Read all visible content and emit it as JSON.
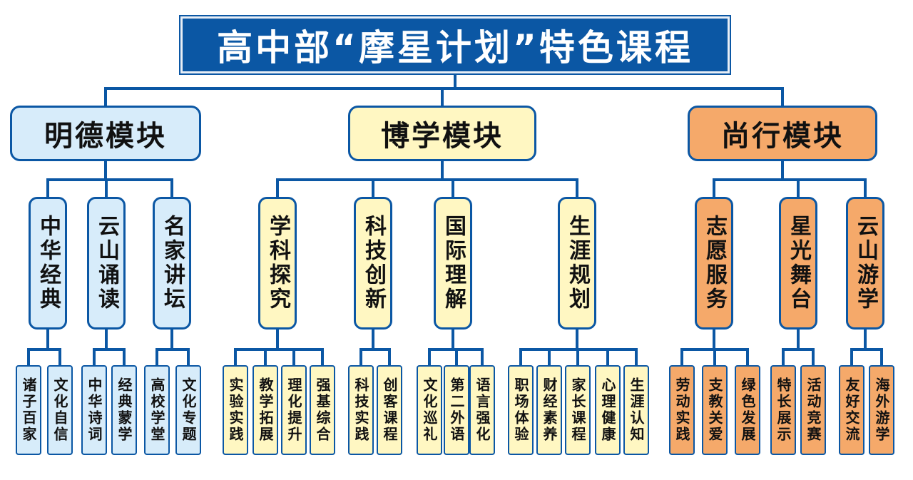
{
  "title": "高中部“摩星计划”特色课程",
  "colors": {
    "line": "#0b57a4",
    "title_bg": "#0b57a4",
    "mingde": "#d7ecfa",
    "boxue": "#fff7c2",
    "shangxing": "#f5a96a"
  },
  "modules": [
    {
      "name": "明德模块",
      "color": "#d7ecfa",
      "courses": [
        {
          "name": "中华经典",
          "leaves": [
            "诸子百家",
            "文化自信"
          ]
        },
        {
          "name": "云山诵读",
          "leaves": [
            "中华诗词",
            "经典蒙学"
          ]
        },
        {
          "name": "名家讲坛",
          "leaves": [
            "高校学堂",
            "文化专题"
          ]
        }
      ]
    },
    {
      "name": "博学模块",
      "color": "#fff7c2",
      "courses": [
        {
          "name": "学科探究",
          "leaves": [
            "实验实践",
            "教学拓展",
            "理化提升",
            "强基综合"
          ]
        },
        {
          "name": "科技创新",
          "leaves": [
            "科技实践",
            "创客课程"
          ]
        },
        {
          "name": "国际理解",
          "leaves": [
            "文化巡礼",
            "第二外语",
            "语言强化"
          ]
        },
        {
          "name": "生涯规划",
          "leaves": [
            "职场体验",
            "财经素养",
            "家长课程",
            "心理健康",
            "生涯认知"
          ]
        }
      ]
    },
    {
      "name": "尚行模块",
      "color": "#f5a96a",
      "courses": [
        {
          "name": "志愿服务",
          "leaves": [
            "劳动实践",
            "支教关爱",
            "绿色发展"
          ]
        },
        {
          "name": "星光舞台",
          "leaves": [
            "特长展示",
            "活动竞赛"
          ]
        },
        {
          "name": "云山游学",
          "leaves": [
            "友好交流",
            "海外游学"
          ]
        }
      ]
    }
  ]
}
